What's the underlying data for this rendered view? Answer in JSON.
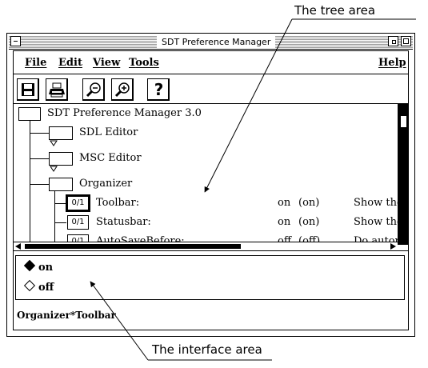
{
  "annotations": {
    "tree_area": "The tree area",
    "interface_area": "The interface area"
  },
  "window": {
    "title": "SDT Preference Manager"
  },
  "menubar": [
    {
      "label": "File"
    },
    {
      "label": "Edit"
    },
    {
      "label": "View"
    },
    {
      "label": "Tools"
    },
    {
      "label": "Help"
    }
  ],
  "toolbar": {
    "buttons": [
      "save-icon",
      "print-icon",
      "zoom-out-icon",
      "zoom-in-icon",
      "help-icon"
    ],
    "help_glyph": "?"
  },
  "tree": {
    "root": "SDT Preference Manager 3.0",
    "nodes": [
      "SDL Editor",
      "MSC Editor",
      "Organizer"
    ],
    "icon_text": "0/1",
    "prefs": [
      {
        "name": "Toolbar:",
        "value": "on",
        "default": "(on)",
        "desc": "Show the"
      },
      {
        "name": "Statusbar:",
        "value": "on",
        "default": "(on)",
        "desc": "Show the"
      },
      {
        "name": "AutoSaveBefore:",
        "value": "off",
        "default": "(off)",
        "desc": "Do autom"
      }
    ]
  },
  "interface": {
    "options": [
      {
        "label": "on",
        "selected": true
      },
      {
        "label": "off",
        "selected": false
      }
    ]
  },
  "status": {
    "text": "Organizer*Toolbar"
  }
}
